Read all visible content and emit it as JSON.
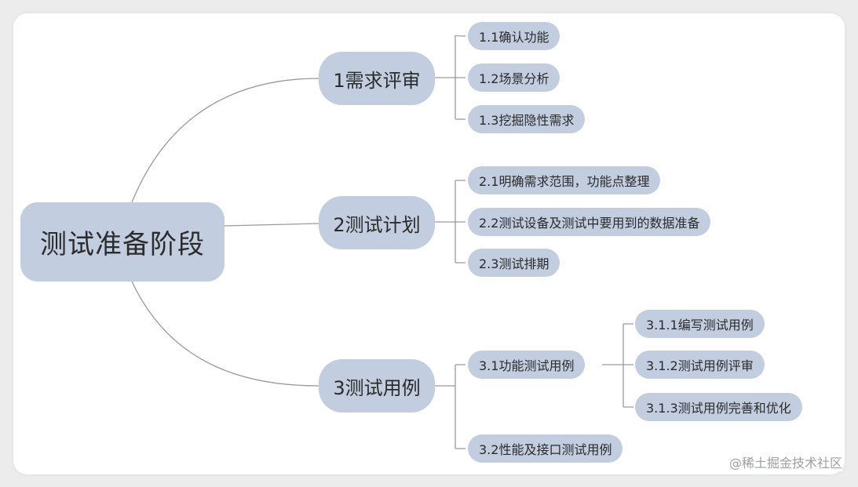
{
  "root": {
    "label": "测试准备阶段"
  },
  "branches": [
    {
      "label": "1需求评审",
      "children": [
        {
          "label": "1.1确认功能"
        },
        {
          "label": "1.2场景分析"
        },
        {
          "label": "1.3挖掘隐性需求"
        }
      ]
    },
    {
      "label": "2测试计划",
      "children": [
        {
          "label": "2.1明确需求范围，功能点整理"
        },
        {
          "label": "2.2测试设备及测试中要用到的数据准备"
        },
        {
          "label": "2.3测试排期"
        }
      ]
    },
    {
      "label": "3测试用例",
      "children": [
        {
          "label": "3.1功能测试用例",
          "children": [
            {
              "label": "3.1.1编写测试用例"
            },
            {
              "label": "3.1.2测试用例评审"
            },
            {
              "label": "3.1.3测试用例完善和优化"
            }
          ]
        },
        {
          "label": "3.2性能及接口测试用例"
        }
      ]
    }
  ],
  "watermark": "@稀土掘金技术社区",
  "colors": {
    "node_fill": "#c2cde0",
    "connector": "#9a9a9a",
    "text": "#2b2b2b"
  }
}
